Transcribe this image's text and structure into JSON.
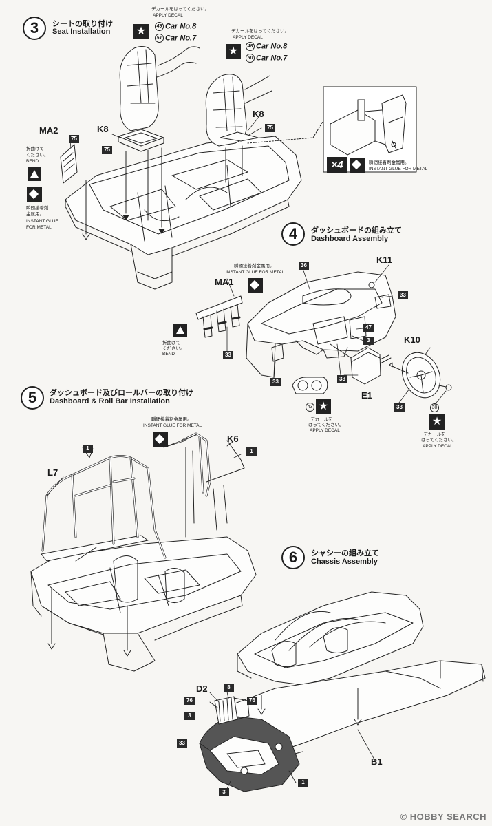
{
  "step3": {
    "num": "3",
    "title_jp": "シートの取り付け",
    "title_en": "Seat Installation",
    "decal1": {
      "jp": "デカールをはってください。",
      "en": "APPLY DECAL",
      "cars": [
        {
          "num": "49",
          "name": "Car No.8"
        },
        {
          "num": "51",
          "name": "Car No.7"
        }
      ]
    },
    "decal2": {
      "jp": "デカールをはってください。",
      "en": "APPLY DECAL",
      "cars": [
        {
          "num": "48",
          "name": "Car No.8"
        },
        {
          "num": "50",
          "name": "Car No.7"
        }
      ]
    },
    "parts": {
      "ma2": "MA2",
      "k8_left": "K8",
      "k8_right": "K8"
    },
    "badges": {
      "b75_ma2": "75",
      "b75_seat_left": "75",
      "b75_seat_right": "75"
    },
    "bend": {
      "jp_line1": "折曲げて",
      "jp_line2": "ください。",
      "en": "BEND"
    },
    "glue_left": {
      "jp_line1": "瞬間接着剤",
      "jp_line2": "金属用。",
      "en_line1": "INSTANT GLUE",
      "en_line2": "FOR METAL"
    },
    "inset": {
      "multiplier": "×4",
      "glue_jp": "瞬間接着剤金属用。",
      "glue_en": "INSTANT GLUE FOR METAL"
    }
  },
  "step4": {
    "num": "4",
    "title_jp": "ダッシュボードの組み立て",
    "title_en": "Dashboard Assembly",
    "parts": {
      "k11": "K11",
      "ma1": "MA1",
      "k10": "K10",
      "e1": "E1"
    },
    "badges": {
      "b36": "36",
      "b33_k11": "33",
      "b47": "47",
      "b3": "3",
      "b33_ma1": "33",
      "b33_dash": "33",
      "b33_e1": "33",
      "b33_wheel": "33"
    },
    "glue": {
      "jp": "瞬間接着剤金属用。",
      "en": "INSTANT GLUE FOR METAL"
    },
    "bend": {
      "jp": "折曲げて",
      "en_line1": "ください。",
      "en_line2": "BEND"
    },
    "decal_gauge": {
      "num": "43",
      "jp_line1": "デカールを",
      "jp_line2": "はってください。",
      "en": "APPLY DECAL"
    },
    "decal_wheel": {
      "num": "30",
      "jp_line1": "デカールを",
      "jp_line2": "はってください。",
      "en": "APPLY DECAL"
    }
  },
  "step5": {
    "num": "5",
    "title_jp": "ダッシュボード及びロールバーの取り付け",
    "title_en": "Dashboard & Roll Bar Installation",
    "parts": {
      "l7": "L7",
      "k6": "K6"
    },
    "badges": {
      "b1_top": "1",
      "b1_k6": "1"
    },
    "glue": {
      "jp": "瞬間接着剤金属用。",
      "en": "INSTANT GLUE FOR METAL"
    }
  },
  "step6": {
    "num": "6",
    "title_jp": "シャシーの組み立て",
    "title_en": "Chassis Assembly",
    "parts": {
      "d2": "D2",
      "b1": "B1"
    },
    "badges": {
      "b76_a": "76",
      "b8": "8",
      "b76_b": "76",
      "b3_a": "3",
      "b33": "33",
      "b1": "1",
      "b3_b": "3"
    }
  },
  "watermark": "© HOBBY SEARCH"
}
